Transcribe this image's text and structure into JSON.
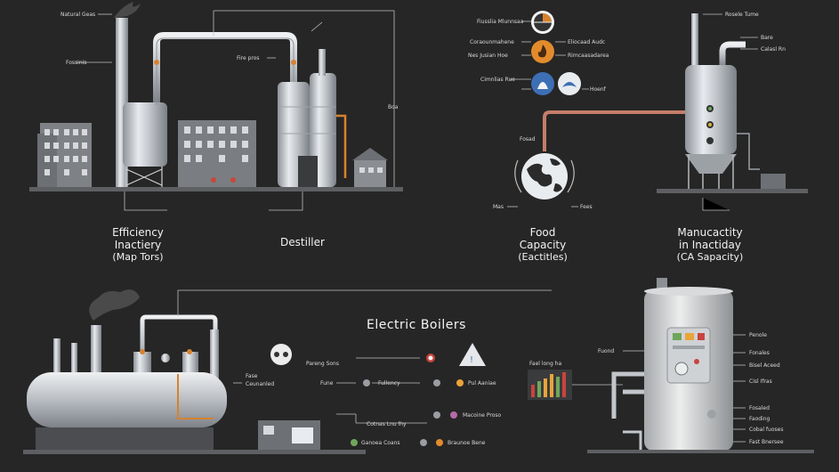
{
  "captions": {
    "efficiency": {
      "line1": "Efficiency",
      "line2": "Inactiery",
      "line3": "(Map Tors)"
    },
    "distiller": "Destiller",
    "food": {
      "line1": "Food",
      "line2": "Capacity",
      "line3": "(Eactitles)"
    },
    "manufacturing": {
      "line1": "Manucactity",
      "line2": "in Inactiday",
      "line3": "(CA Sapacity)"
    },
    "electric_title": "Electric Boilers"
  },
  "refinery_labels": {
    "stack_top": "Natural Geas",
    "left_mid": "Fossinis",
    "pipe_mid": "Fire pros",
    "right_tower": "Boa"
  },
  "food_labels": {
    "row1": "Fiusslia Mlunnsaa",
    "row2_left": "Coraounmahene",
    "row2_right": "Eliocaad Audc",
    "row3_left": "Nes Jusian Hoe",
    "row3_right": "Rimcaasadarea",
    "row4_left": "Cimnlias Rue",
    "row4_right": "Hoenf",
    "globe_top": "Fosad",
    "globe_left": "Mas",
    "globe_right": "Fees"
  },
  "manuf_labels": {
    "top": "Rosele Tume",
    "right1": "Bare",
    "right2": "Calasl Rn"
  },
  "ebk_labels": {
    "left_a": "Fase",
    "left_b": "Ceunanled",
    "row1": "Pareng Sons",
    "row2_a": "Fune",
    "row2_b": "Fullency",
    "row2_c": "Pul Aaniae",
    "row3_a": "Cotnas Lnu lhy",
    "row3_b": "Macoine Proso",
    "row4_a": "Ganoea Coans",
    "row4_b": "Braunoe Bene",
    "graph_label": "Fael long ha",
    "heater_left": "Fuond",
    "heater_r1": "Penole",
    "heater_r2": "Fonales",
    "heater_r3": "Bisel Aceed",
    "heater_r4": "Cisl Ifras",
    "heater_r5": "Fosaled",
    "heater_r6": "Faoding",
    "heater_r7": "Cobal fuoses",
    "heater_r8": "Fast Bnersee"
  },
  "icon_colors": {
    "flame_orange": "#e38b2c",
    "blue_drop": "#3d6fb5",
    "red_dot": "#c8443d",
    "gauge_dot": "#e9a43a",
    "green_dot": "#6fa65a",
    "purple_dot": "#b56aa8",
    "teal_dot": "#5aa6a0"
  },
  "icons": [
    "gauge-icon",
    "flame-icon",
    "water-drop-icon",
    "steam-icon",
    "globe-icon",
    "warning-triangle-icon",
    "control-panel-icon"
  ]
}
